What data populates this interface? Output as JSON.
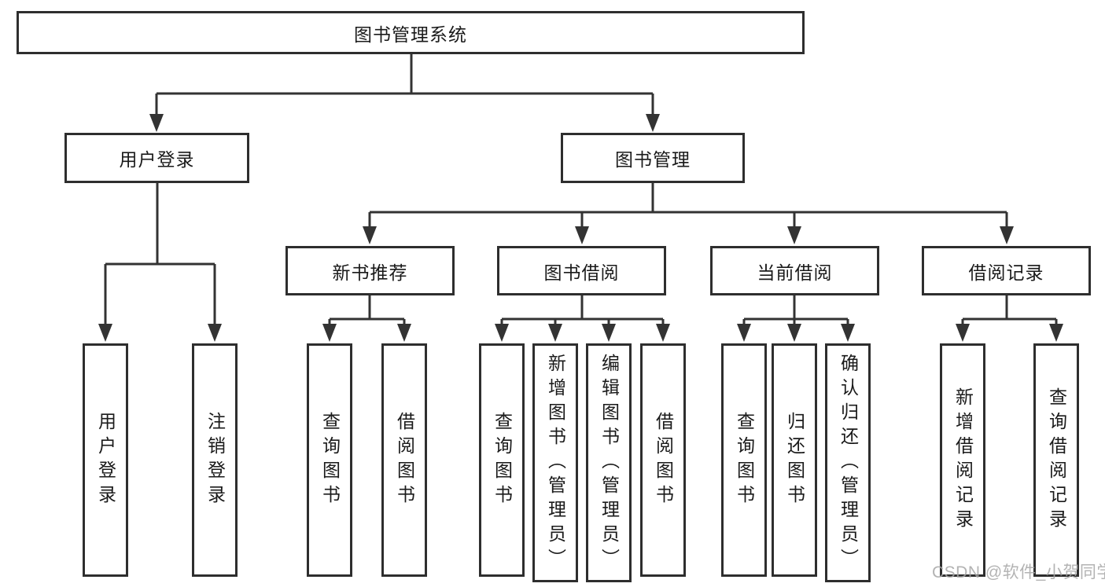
{
  "diagram": {
    "title": "图书管理系统",
    "nodes": {
      "root": "图书管理系统",
      "user_login": "用户登录",
      "book_mgmt": "图书管理",
      "new_book_rec": "新书推荐",
      "book_borrow": "图书借阅",
      "current_borrow": "当前借阅",
      "borrow_record": "借阅记录",
      "leaf_user_login": "用户登录",
      "leaf_logout": "注销登录",
      "leaf_nb_query": "查询图书",
      "leaf_nb_borrow": "借阅图书",
      "leaf_bb_query": "查询图书",
      "leaf_bb_add": "新增图书（管理员）",
      "leaf_bb_edit": "编辑图书（管理员）",
      "leaf_bb_borrow": "借阅图书",
      "leaf_cb_query": "查询图书",
      "leaf_cb_return": "归还图书",
      "leaf_cb_confirm": "确认归还（管理员）",
      "leaf_br_add": "新增借阅记录",
      "leaf_br_query": "查询借阅记录"
    }
  },
  "watermark": "CSDN @软件_小贺同学",
  "colors": {
    "line": "#333333",
    "box_border": "#2e2e2e",
    "text": "#1a1a1a",
    "watermark": "#a6a6a6",
    "background": "#ffffff"
  }
}
